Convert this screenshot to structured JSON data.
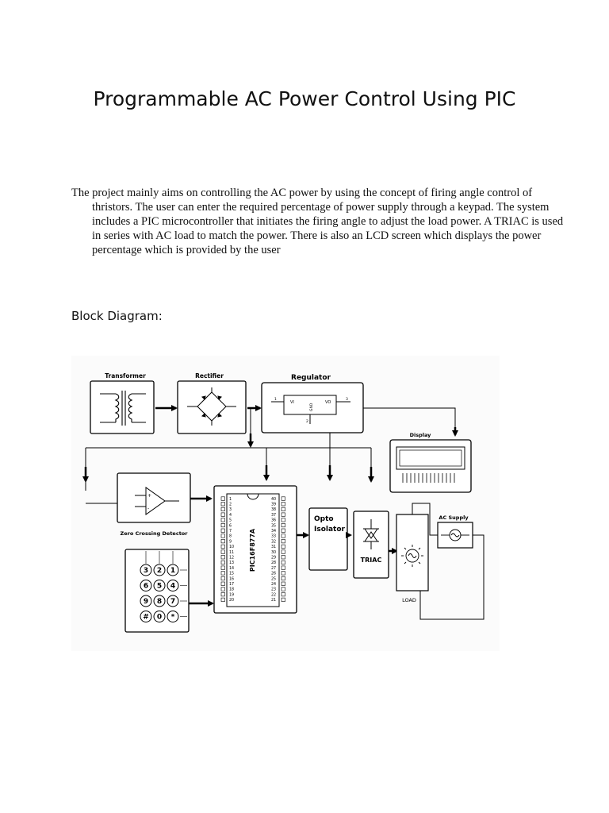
{
  "document": {
    "title": "Programmable AC Power Control Using PIC",
    "intro": "The project mainly aims on controlling the AC power by using the concept of firing angle control of thristors. The user can enter the required percentage of power supply through a keypad. The system includes a PIC microcontroller that initiates the firing angle to adjust the load power. A TRIAC is used in series with AC load to match the power. There is also an LCD screen which displays the power percentage which is provided by the user",
    "section_heading": "Block Diagram:"
  },
  "diagram": {
    "labels": {
      "transformer": "Transformer",
      "rectifier": "Rectifier",
      "regulator": "Regulator",
      "display": "Display",
      "zero_crossing": "Zero Crossing Detector",
      "opto_line1": "Opto",
      "opto_line2": "Isolator",
      "triac": "TRIAC",
      "ac_supply": "AC Supply",
      "load": "LOAD",
      "mcu": "PIC16F877A",
      "reg_vi": "VI",
      "reg_vo": "VO",
      "reg_gnd": "GND",
      "reg_pin1": "1",
      "reg_pin2": "2",
      "reg_pin3": "3"
    },
    "keypad_keys": [
      "3",
      "2",
      "1",
      "6",
      "5",
      "4",
      "9",
      "8",
      "7",
      "#",
      "0",
      "*"
    ],
    "pins_left": [
      "1",
      "2",
      "3",
      "4",
      "5",
      "6",
      "7",
      "8",
      "9",
      "10",
      "11",
      "12",
      "13",
      "14",
      "15",
      "16",
      "17",
      "18",
      "19",
      "20"
    ],
    "pins_right": [
      "40",
      "39",
      "38",
      "37",
      "36",
      "35",
      "34",
      "33",
      "32",
      "31",
      "30",
      "29",
      "28",
      "27",
      "26",
      "25",
      "24",
      "23",
      "22",
      "21"
    ]
  }
}
